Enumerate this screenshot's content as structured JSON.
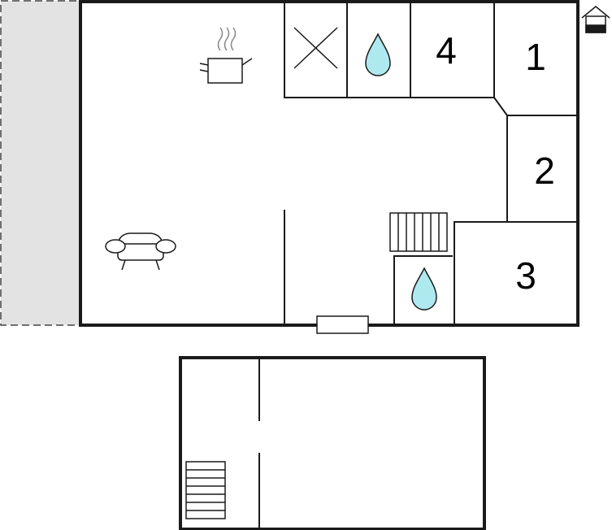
{
  "rooms": {
    "bedroom_1": "1",
    "bedroom_2": "2",
    "bedroom_3": "3",
    "bedroom_4": "4"
  },
  "colors": {
    "wall": "#1a1a1a",
    "terrace": "#e3e3e3",
    "water": "#aee9ef"
  },
  "icons": [
    "home-icon",
    "cooking-pot-icon",
    "sofa-icon",
    "x-mark-icon",
    "water-drop-icon",
    "stairs-icon"
  ]
}
